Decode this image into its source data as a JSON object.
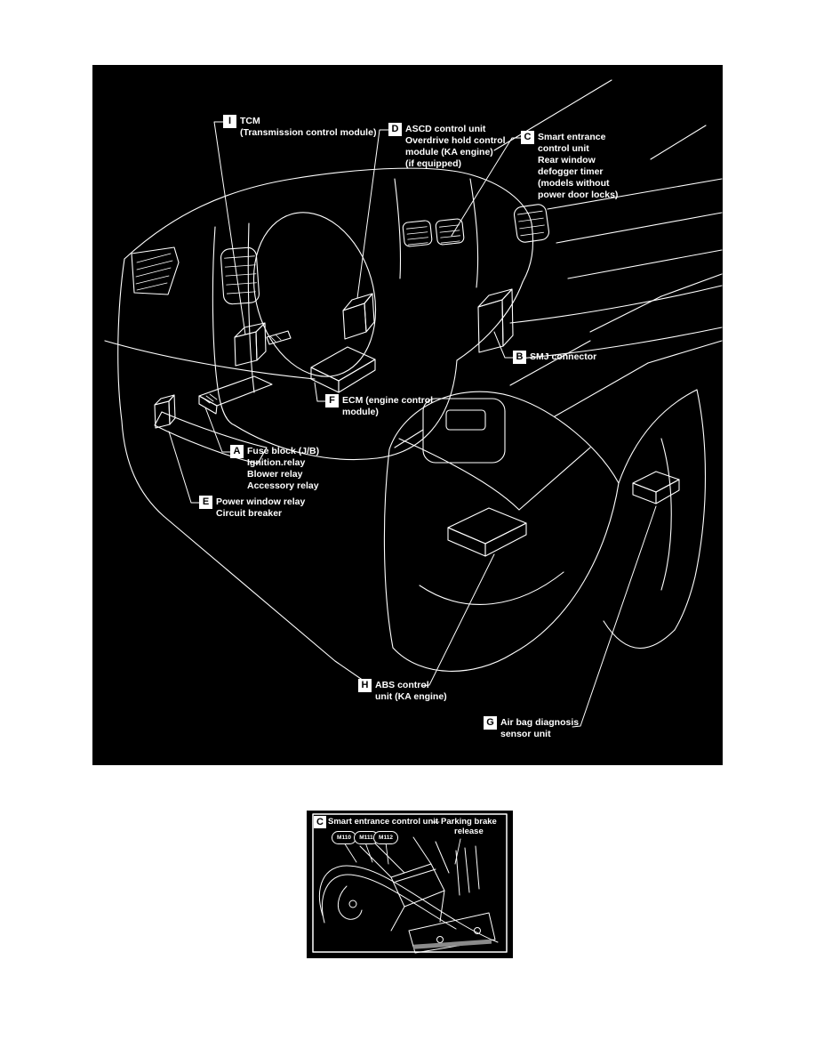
{
  "colors": {
    "page_bg": "#ffffff",
    "figure_bg": "#000000",
    "line": "#ffffff",
    "label_text": "#ffffff",
    "letter_box_bg": "#ffffff",
    "letter_box_text": "#000000",
    "inset_bracket_gray": "#8a8a8a"
  },
  "main_figure": {
    "callouts": [
      {
        "letter": "A",
        "lines": [
          "Fuse block (J/B)",
          "Ignition.relay",
          "Blower relay",
          "Accessory relay"
        ]
      },
      {
        "letter": "B",
        "lines": [
          "SMJ connector"
        ]
      },
      {
        "letter": "C",
        "lines": [
          "Smart entrance",
          "control unit",
          "Rear window",
          "defogger timer",
          "(models without",
          "power door locks)"
        ]
      },
      {
        "letter": "D",
        "lines": [
          "ASCD control unit",
          "Overdrive hold control",
          "module (KA engine)",
          "(if equipped)"
        ]
      },
      {
        "letter": "E",
        "lines": [
          "Power window relay",
          "Circuit breaker"
        ]
      },
      {
        "letter": "F",
        "lines": [
          "ECM (engine control",
          "module)"
        ]
      },
      {
        "letter": "G",
        "lines": [
          "Air bag diagnosis",
          "sensor unit"
        ]
      },
      {
        "letter": "H",
        "lines": [
          "ABS control",
          "unit (KA engine)"
        ]
      },
      {
        "letter": "I",
        "lines": [
          "TCM",
          "(Transmission control module)"
        ]
      }
    ]
  },
  "inset_figure": {
    "callout_letter": "C",
    "title": "Smart entrance control unit",
    "right_label_lines": [
      "Parking brake",
      "release"
    ],
    "connectors": [
      "M110",
      "M111",
      "M112"
    ]
  }
}
